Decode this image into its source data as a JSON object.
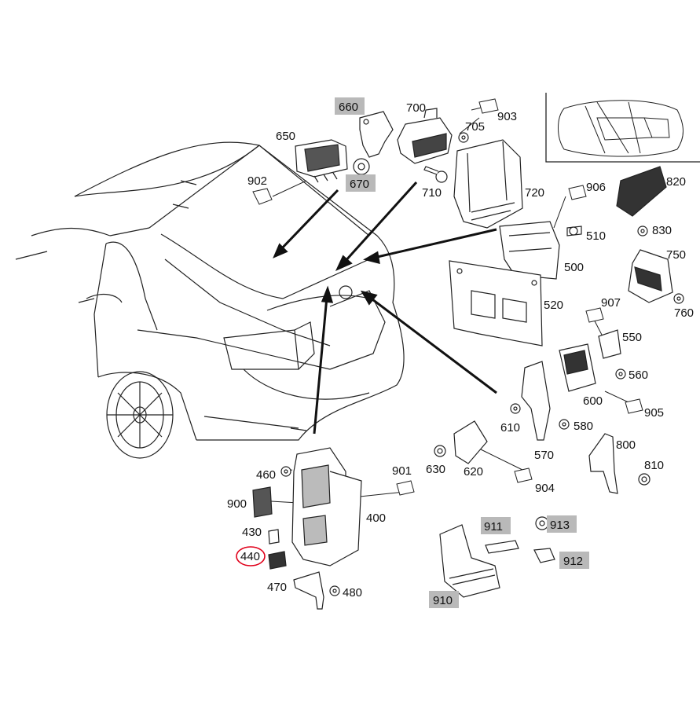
{
  "parts": {
    "p400": "400",
    "p430": "430",
    "p440": "440",
    "p460": "460",
    "p470": "470",
    "p480": "480",
    "p500": "500",
    "p510": "510",
    "p520": "520",
    "p550": "550",
    "p560": "560",
    "p570": "570",
    "p580": "580",
    "p600": "600",
    "p610": "610",
    "p620": "620",
    "p630": "630",
    "p650": "650",
    "p660": "660",
    "p670": "670",
    "p700": "700",
    "p705": "705",
    "p710": "710",
    "p720": "720",
    "p750": "750",
    "p760": "760",
    "p800": "800",
    "p810": "810",
    "p820": "820",
    "p830": "830",
    "p900": "900",
    "p901": "901",
    "p902": "902",
    "p903": "903",
    "p904": "904",
    "p905": "905",
    "p906": "906",
    "p907": "907",
    "p910": "910",
    "p911": "911",
    "p912": "912",
    "p913": "913"
  },
  "highlighted": [
    "660",
    "670",
    "910",
    "911",
    "912",
    "913"
  ],
  "selected_part": "440",
  "colors": {
    "line": "#1a1a1a",
    "highlight": "#b9b9b9",
    "selected_ring": "#e0001a",
    "arrow": "#111111"
  }
}
